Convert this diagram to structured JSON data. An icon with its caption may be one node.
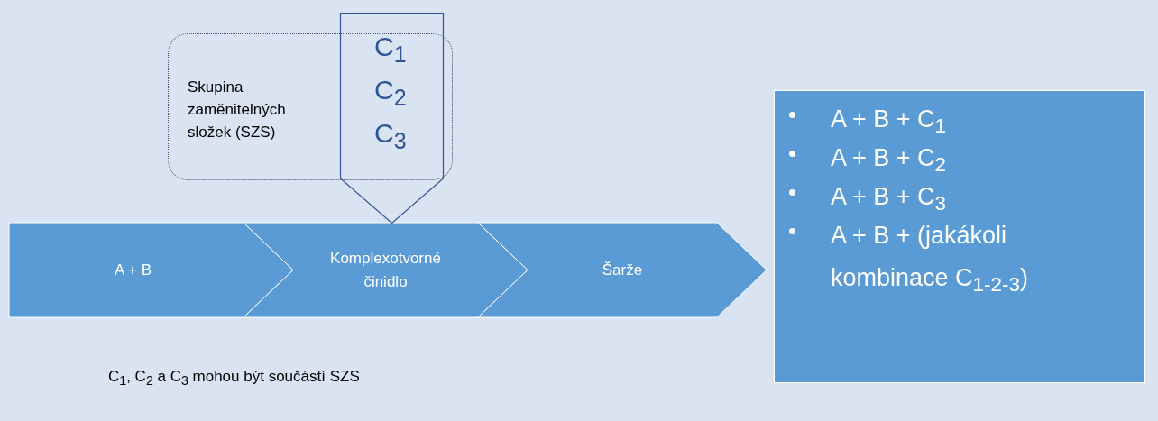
{
  "diagram": {
    "nodes": [
      {
        "text": [
          "Skupina zaměnitelných složek (SZS)"
        ]
      },
      {
        "text": [
          "C$_{1}$",
          "C$_{2}$",
          "C$_{3}$"
        ]
      },
      {
        "text": [
          "A + B"
        ]
      },
      {
        "text": [
          "Komplexotvorné činidlo"
        ]
      },
      {
        "text": [
          "Šarže"
        ]
      },
      {
        "text": [
          "A + B + C$_{1}$",
          "A + B + C$_{2}$",
          "A + B + C$_{3}$",
          "A + B + (jakákoli kombinace C$_{1-2-3}$)"
        ]
      }
    ],
    "edges": [],
    "labels": [
      "C$_{1}$, C$_{2}$ a C$_{3}$ mohou být součástí SZS"
    ]
  }
}
